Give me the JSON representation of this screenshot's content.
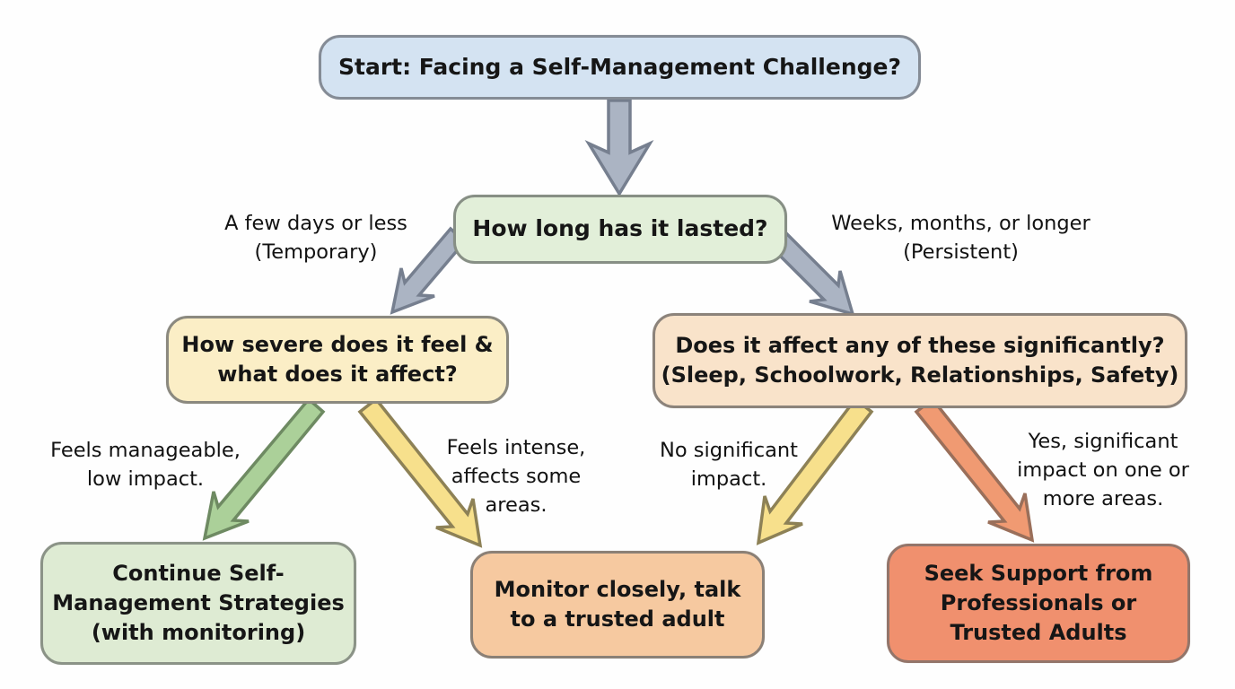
{
  "colors": {
    "background": "#fefefe",
    "text": "#161616",
    "arrow_gray_fill": "#abb4c3",
    "arrow_gray_stroke": "#767f8f",
    "arrow_green_fill": "#abd099",
    "arrow_green_stroke": "#6e8a62",
    "arrow_yellow_fill": "#f7e08c",
    "arrow_yellow_stroke": "#8d8156",
    "arrow_orange_fill": "#f09a72",
    "arrow_orange_stroke": "#9a6f5a"
  },
  "nodes": {
    "start": {
      "text": "Start: Facing a Self-Management Challenge?",
      "fill": "#d4e3f2",
      "border": "#858c96"
    },
    "duration": {
      "text": "How long has it lasted?",
      "fill": "#e2efd9",
      "border": "#878f85"
    },
    "severity": {
      "text": "How severe does it feel &\nwhat does it affect?",
      "fill": "#fbeec6",
      "border": "#8b897f"
    },
    "impact": {
      "text": "Does it affect any of these significantly?\n(Sleep, Schoolwork, Relationships, Safety)",
      "fill": "#f9e3ca",
      "border": "#8c837b"
    },
    "continue": {
      "text": "Continue Self-\nManagement Strategies\n(with monitoring)",
      "fill": "#deebd3",
      "border": "#8b9387"
    },
    "monitor": {
      "text": "Monitor closely, talk\nto a trusted adult",
      "fill": "#f6c9a0",
      "border": "#8b8076"
    },
    "seek": {
      "text": "Seek Support from\nProfessionals or\nTrusted Adults",
      "fill": "#f0906e",
      "border": "#93756a"
    }
  },
  "edge_labels": {
    "temporary": "A few days or less\n(Temporary)",
    "persistent": "Weeks, months, or longer\n(Persistent)",
    "manageable": "Feels manageable,\nlow impact.",
    "intense": "Feels intense,\naffects some\nareas.",
    "no_impact": "No significant\nimpact.",
    "yes_impact": "Yes, significant\nimpact on one or\nmore areas."
  },
  "edges": [
    {
      "from": "start",
      "to": "duration",
      "label": ""
    },
    {
      "from": "duration",
      "to": "severity",
      "label": "A few days or less (Temporary)"
    },
    {
      "from": "duration",
      "to": "impact",
      "label": "Weeks, months, or longer (Persistent)"
    },
    {
      "from": "severity",
      "to": "continue",
      "label": "Feels manageable, low impact."
    },
    {
      "from": "severity",
      "to": "monitor",
      "label": "Feels intense, affects some areas."
    },
    {
      "from": "impact",
      "to": "monitor",
      "label": "No significant impact."
    },
    {
      "from": "impact",
      "to": "seek",
      "label": "Yes, significant impact on one or more areas."
    }
  ]
}
